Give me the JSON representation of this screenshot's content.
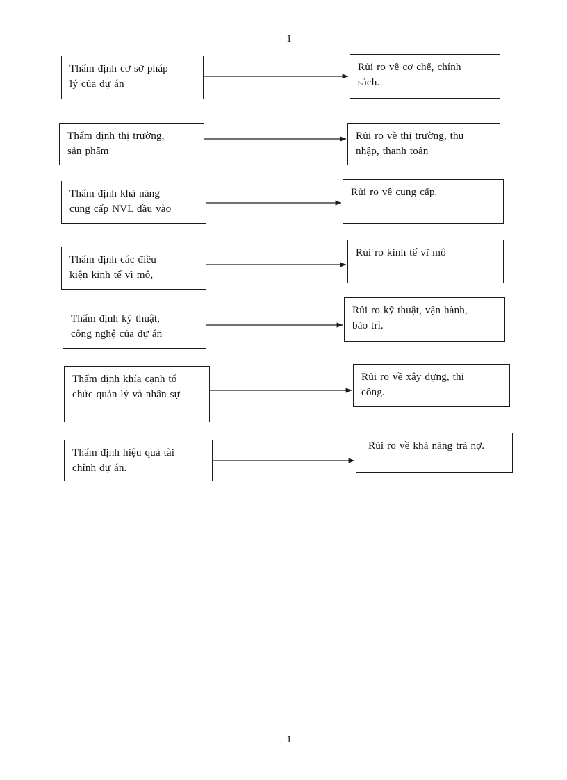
{
  "document": {
    "page_marker_top": "1",
    "page_marker_bottom": "1",
    "background_color": "#ffffff",
    "ink_color": "#1c1c1c"
  },
  "diagram": {
    "type": "flow-mapping",
    "left_column_heading": "",
    "right_column_heading": "",
    "rows": [
      {
        "source": {
          "line1": "Thẩm định cơ sở pháp",
          "line2": "lý của dự án"
        },
        "target": {
          "line1": "Rủi ro về cơ chế, chính",
          "line2": "sách."
        }
      },
      {
        "source": {
          "line1": "Thẩm định thị trường,",
          "line2": "sản phẩm"
        },
        "target": {
          "line1": "Rủi ro về thị trường, thu",
          "line2": "nhập, thanh toán"
        }
      },
      {
        "source": {
          "line1": "Thẩm định khả năng",
          "line2": "cung cấp NVL đầu vào"
        },
        "target": {
          "line1": "Rủi ro về cung cấp.",
          "line2": ""
        }
      },
      {
        "source": {
          "line1": "Thẩm định các điều",
          "line2": "kiện kinh tế vĩ mô,"
        },
        "target": {
          "line1": "Rủi ro kinh tế vĩ mô",
          "line2": ""
        }
      },
      {
        "source": {
          "line1": "Thẩm định kỹ thuật,",
          "line2": "công nghệ của dự án"
        },
        "target": {
          "line1": "Rủi ro kỹ thuật, vận hành,",
          "line2": "bảo trì."
        }
      },
      {
        "source": {
          "line1": "Thẩm định khía cạnh tổ",
          "line2": "chức quản lý và nhân sự"
        },
        "target": {
          "line1": "Rủi ro về xây dựng, thi",
          "line2": "công."
        }
      },
      {
        "source": {
          "line1": "Thẩm định hiệu quả tài",
          "line2": "chính dự án."
        },
        "target": {
          "line1": "Rủi ro về khả năng trả nợ.",
          "line2": ""
        }
      }
    ]
  }
}
